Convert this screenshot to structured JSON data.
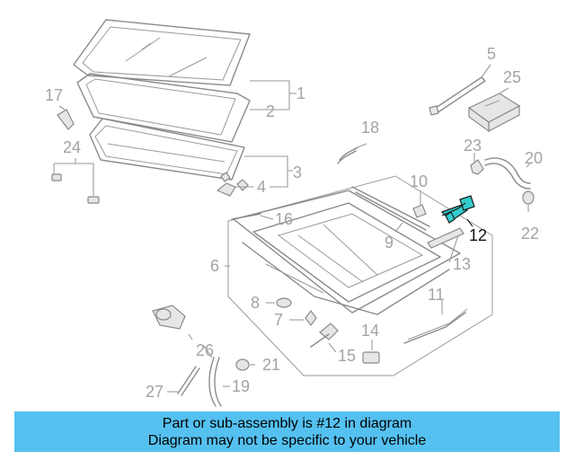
{
  "callouts": {
    "c1": "1",
    "c2": "2",
    "c3": "3",
    "c4": "4",
    "c5": "5",
    "c6": "6",
    "c7": "7",
    "c8": "8",
    "c9": "9",
    "c10": "10",
    "c11": "11",
    "c12": "12",
    "c13": "13",
    "c14": "14",
    "c15": "15",
    "c16": "16",
    "c17": "17",
    "c18": "18",
    "c19": "19",
    "c20": "20",
    "c21": "21",
    "c22": "22",
    "c23": "23",
    "c24": "24",
    "c25": "25",
    "c26": "26",
    "c27": "27"
  },
  "highlighted_part": "12",
  "colors": {
    "highlight_part": "#33cccc",
    "banner_background": "#55c1f1",
    "callout_gray": "#a3a3a3",
    "callout_highlight": "#111111"
  },
  "banner": {
    "line1": "Part or sub-assembly is #12 in diagram",
    "line2": "Diagram may not be specific to your vehicle"
  }
}
